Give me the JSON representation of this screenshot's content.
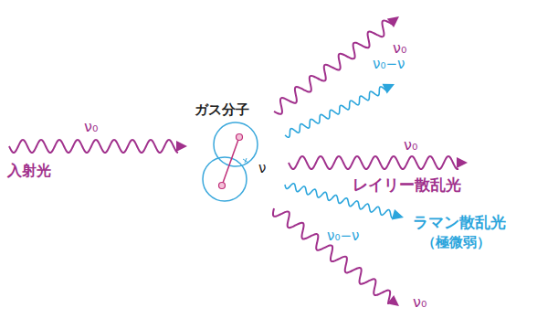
{
  "diagram": {
    "labels": [
      "ν₀",
      "入射光",
      "ガス分子",
      "ν",
      "ν₀",
      "ν₀−ν",
      "ν₀",
      "レイリー散乱光",
      "ν₀−ν",
      "ラマン散乱光",
      "（極微弱）",
      "ν₀"
    ]
  }
}
